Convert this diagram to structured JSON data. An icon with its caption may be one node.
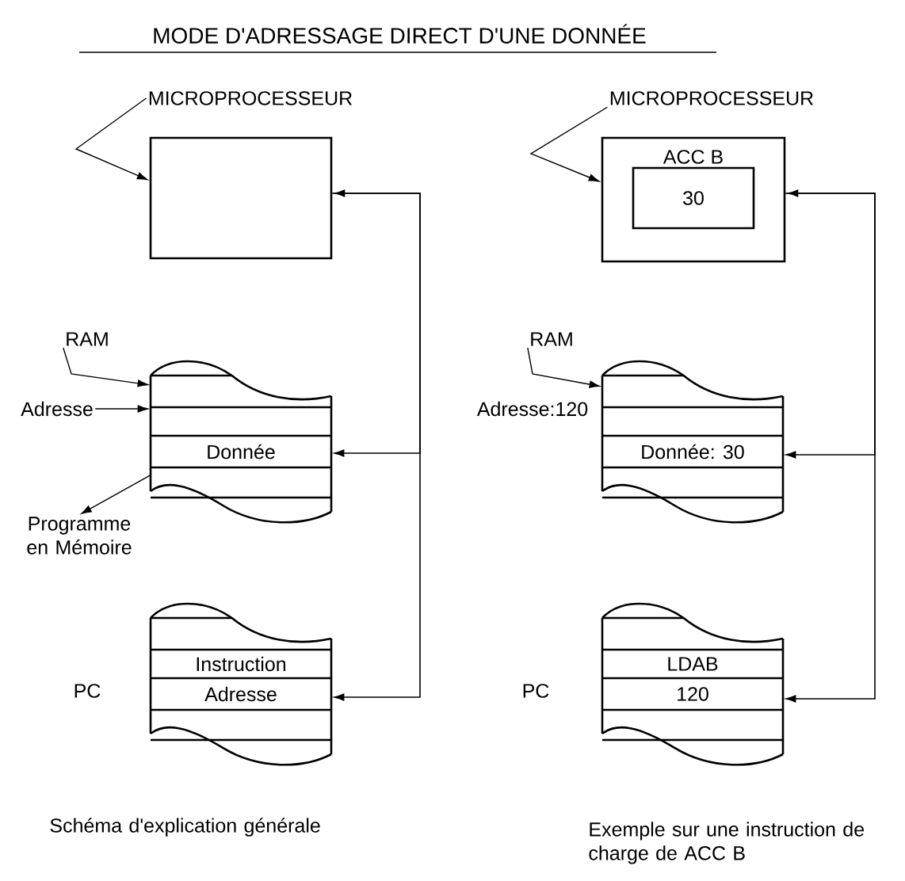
{
  "diagram": {
    "title": "MODE D'ADRESSAGE DIRECT D'UNE DONNÉE",
    "nodes": [
      {
        "text": [
          "MICROPROCESSEUR"
        ]
      },
      {
        "text": [],
        "shape": "box"
      },
      {
        "text": [
          "RAM"
        ]
      },
      {
        "text": [
          "Adresse"
        ]
      },
      {
        "text": [
          "Donnée"
        ]
      },
      {
        "text": [
          "Programme en Mémoire"
        ]
      },
      {
        "text": [
          "Instruction",
          "Adresse"
        ],
        "beside": [
          "PC"
        ]
      },
      {
        "text": [
          "MICROPROCESSEUR"
        ]
      },
      {
        "text": [],
        "shape": "box"
      },
      {
        "text": [
          "ACC B",
          "30"
        ],
        "in": 8
      },
      {
        "text": [
          "RAM"
        ]
      },
      {
        "text": [
          "Donnée: 30"
        ],
        "beside": [
          "Adresse:120"
        ]
      },
      {
        "text": [
          "LDAB",
          "120"
        ],
        "beside": [
          "PC"
        ]
      }
    ],
    "edges": [
      {
        "from": 0,
        "to": 1,
        "arrow": "to"
      },
      {
        "from": 2,
        "to": 4,
        "arrow": "to"
      },
      {
        "from": 3,
        "to": 4,
        "arrow": "to"
      },
      {
        "from": 4,
        "to": 5,
        "arrow": "to"
      },
      {
        "from": 6,
        "to": 1,
        "arrow": "both"
      },
      {
        "from": 1,
        "to": 4,
        "arrow": "to"
      },
      {
        "from": 7,
        "to": 8,
        "arrow": "to"
      },
      {
        "from": 10,
        "to": 11,
        "arrow": "to"
      },
      {
        "from": 12,
        "to": 8,
        "arrow": "both"
      },
      {
        "from": 8,
        "to": 11,
        "arrow": "to"
      }
    ],
    "labels": [
      "Schéma d'explication générale",
      "Exemple sur une instruction de charge de ACC B"
    ]
  }
}
